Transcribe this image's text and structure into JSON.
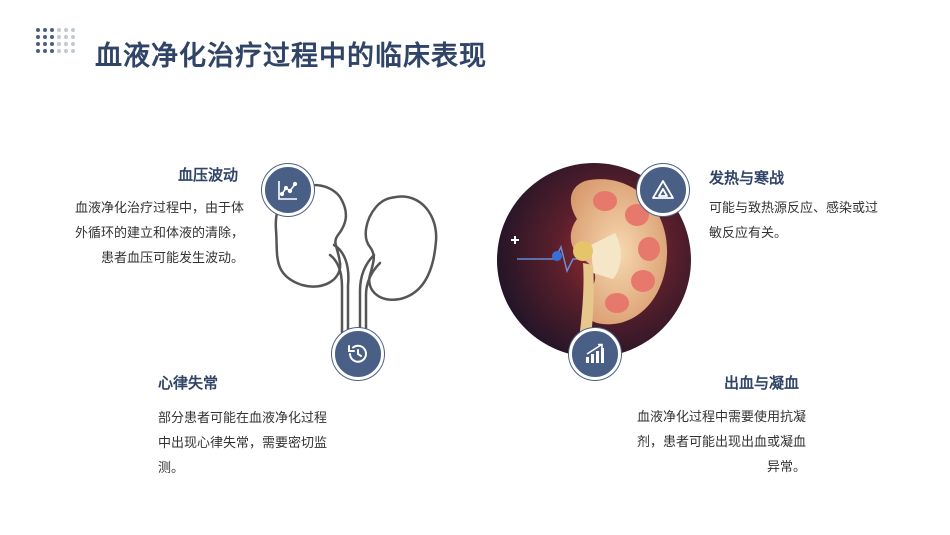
{
  "header": {
    "title": "血液净化治疗过程中的临床表现"
  },
  "items": {
    "bp": {
      "heading": "血压波动",
      "lines": [
        "血液净化治疗过程中，由于体",
        "外循环的建立和体液的清除，",
        "患者血压可能发生波动。"
      ],
      "icon": "line-chart-icon"
    },
    "arrhythmia": {
      "heading": "心律失常",
      "lines": [
        "部分患者可能在血液净化过程",
        "中出现心律失常，需要密切监",
        "测。"
      ],
      "icon": "history-clock-icon"
    },
    "fever": {
      "heading": "发热与寒战",
      "lines": [
        "可能与致热源反应、感染或过",
        "敏反应有关。"
      ],
      "icon": "triangle-icon"
    },
    "bleeding": {
      "heading": "出血与凝血",
      "lines": [
        "血液净化过程中需要使用抗凝",
        "剂，患者可能出现出血或凝血",
        "异常。"
      ],
      "icon": "bar-chart-rising-icon"
    }
  },
  "colors": {
    "primary": "#2f4467",
    "icon_bg": "#4a5f85"
  }
}
